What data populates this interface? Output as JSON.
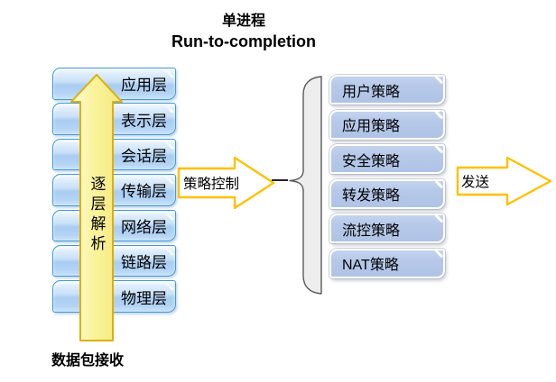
{
  "title": {
    "line1": "单进程",
    "line2": "Run-to-completion"
  },
  "left_stack": {
    "layers": [
      "应用层",
      "表示层",
      "会话层",
      "传输层",
      "网络层",
      "链路层",
      "物理层"
    ]
  },
  "up_arrow": {
    "label": "逐层解析"
  },
  "receive_label": "数据包接收",
  "policy_arrow": {
    "label": "策略控制"
  },
  "right_stack": {
    "policies": [
      "用户策略",
      "应用策略",
      "安全策略",
      "转发策略",
      "流控策略",
      "NAT策略"
    ]
  },
  "send_arrow": {
    "label": "发送"
  },
  "colors": {
    "layer_border": "#3E9BD9",
    "layer_fill": "#A9CDF1",
    "policy_fill": "#B7C9E9",
    "arrow_outline": "#FFC000",
    "big_arrow_fill": "#FAF39B",
    "big_arrow_border": "#DFAF0B",
    "brace_fill": "#EDEDED",
    "brace_border": "#5A5A5A"
  }
}
